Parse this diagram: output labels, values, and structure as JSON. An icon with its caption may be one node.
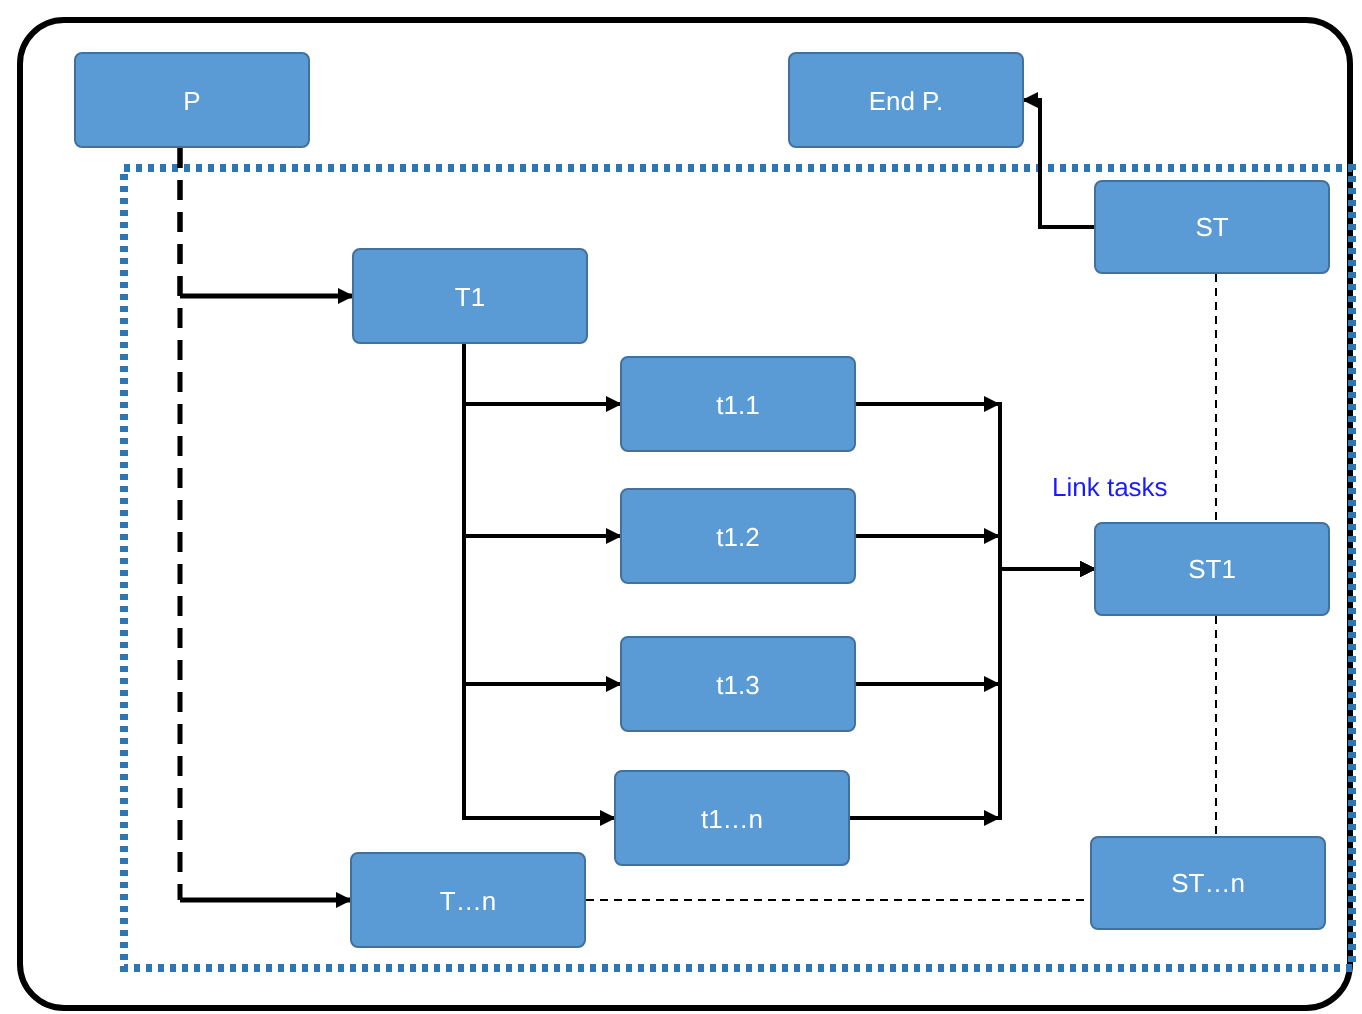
{
  "diagram": {
    "nodes": [
      {
        "text": [
          "P"
        ]
      },
      {
        "text": [
          "End P."
        ]
      },
      {
        "text": [
          "T1"
        ]
      },
      {
        "text": [
          "ST"
        ]
      },
      {
        "text": [
          "t1.1"
        ]
      },
      {
        "text": [
          "t1.2"
        ]
      },
      {
        "text": [
          "ST1"
        ]
      },
      {
        "text": [
          "t1.3"
        ]
      },
      {
        "text": [
          "t1…n"
        ]
      },
      {
        "text": [
          "T…n"
        ]
      },
      {
        "text": [
          "ST…n"
        ]
      }
    ],
    "edges": [
      {
        "from": 0,
        "to": 2,
        "arrow": "to",
        "style": "dashed"
      },
      {
        "from": 0,
        "to": 9,
        "arrow": "to",
        "style": "dashed"
      },
      {
        "from": 2,
        "to": 4,
        "arrow": "to"
      },
      {
        "from": 2,
        "to": 5,
        "arrow": "to"
      },
      {
        "from": 2,
        "to": 7,
        "arrow": "to"
      },
      {
        "from": 2,
        "to": 8,
        "arrow": "to"
      },
      {
        "from": 4,
        "to": 6,
        "arrow": "to"
      },
      {
        "from": 5,
        "to": 6,
        "arrow": "to"
      },
      {
        "from": 7,
        "to": 6,
        "arrow": "to"
      },
      {
        "from": 8,
        "to": 6,
        "arrow": "to"
      },
      {
        "from": 3,
        "to": 1,
        "arrow": "to"
      },
      {
        "from": 3,
        "to": 6,
        "arrow": "none",
        "style": "dashed"
      },
      {
        "from": 6,
        "to": 10,
        "arrow": "none",
        "style": "dashed"
      },
      {
        "from": 9,
        "to": 10,
        "arrow": "none",
        "style": "dashed"
      }
    ],
    "labels": [
      "Link tasks"
    ]
  }
}
